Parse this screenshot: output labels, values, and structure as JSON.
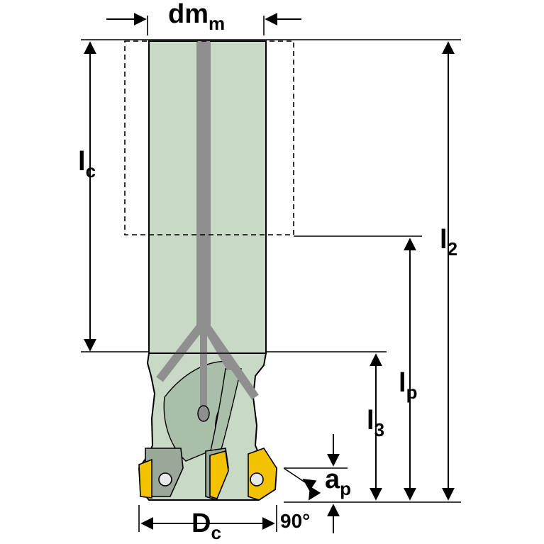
{
  "labels": {
    "dmm_main": "dm",
    "dmm_sub": "m",
    "lc_main": "l",
    "lc_sub": "c",
    "l2_main": "l",
    "l2_sub": "2",
    "lp_main": "l",
    "lp_sub": "p",
    "l3_main": "l",
    "l3_sub": "3",
    "ap_main": "a",
    "ap_sub": "p",
    "dc_main": "D",
    "dc_sub": "c",
    "angle": "90°"
  },
  "colors": {
    "body": "#c8d9c6",
    "body_shade": "#a9bfa9",
    "coolant": "#8f8f8f",
    "insert": "#f2c200",
    "insert_dark": "#b58f00",
    "pocket": "#9aa89a",
    "outline": "#000000"
  }
}
